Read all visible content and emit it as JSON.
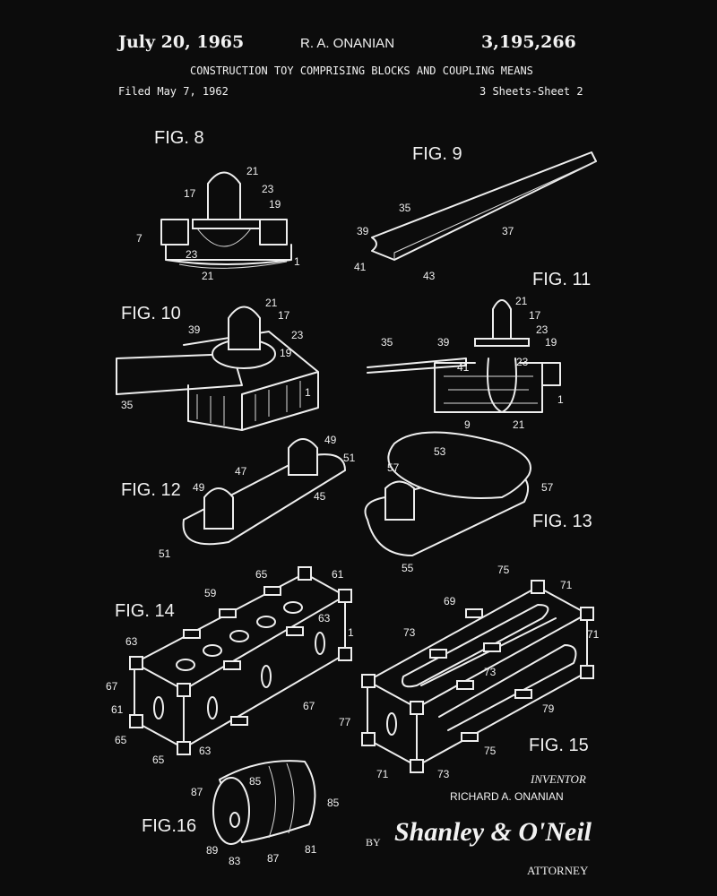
{
  "header": {
    "date": "July 20, 1965",
    "inventor_short": "R. A. ONANIAN",
    "patent_number": "3,195,266",
    "title": "CONSTRUCTION TOY COMPRISING BLOCKS AND COUPLING MEANS",
    "filed": "Filed May 7, 1962",
    "sheets": "3 Sheets-Sheet 2"
  },
  "figures": {
    "fig8": {
      "label": "FIG. 8",
      "refs": [
        "21",
        "17",
        "23",
        "19",
        "7",
        "23",
        "21",
        "1"
      ]
    },
    "fig9": {
      "label": "FIG. 9",
      "refs": [
        "35",
        "37",
        "39",
        "41",
        "43"
      ]
    },
    "fig10": {
      "label": "FIG. 10",
      "refs": [
        "21",
        "17",
        "39",
        "23",
        "19",
        "35",
        "1"
      ]
    },
    "fig11": {
      "label": "FIG. 11",
      "refs": [
        "21",
        "17",
        "23",
        "19",
        "35",
        "39",
        "41",
        "23",
        "1",
        "9",
        "21"
      ]
    },
    "fig12": {
      "label": "FIG. 12",
      "refs": [
        "49",
        "47",
        "51",
        "49",
        "45",
        "51"
      ]
    },
    "fig13": {
      "label": "FIG. 13",
      "refs": [
        "57",
        "53",
        "57",
        "55"
      ]
    },
    "fig14": {
      "label": "FIG. 14",
      "refs": [
        "65",
        "61",
        "59",
        "63",
        "63",
        "1",
        "67",
        "61",
        "65",
        "67",
        "65",
        "63"
      ]
    },
    "fig15": {
      "label": "FIG. 15",
      "refs": [
        "75",
        "71",
        "69",
        "71",
        "73",
        "73",
        "79",
        "77",
        "71",
        "73",
        "75"
      ]
    },
    "fig16": {
      "label": "FIG.16",
      "refs": [
        "87",
        "85",
        "85",
        "89",
        "83",
        "87",
        "81"
      ]
    }
  },
  "footer": {
    "inventor_caption": "INVENTOR",
    "inventor_name": "RICHARD A. ONANIAN",
    "by": "BY",
    "signature": "Shanley & O'Neil",
    "attorney_caption": "ATTORNEY"
  }
}
